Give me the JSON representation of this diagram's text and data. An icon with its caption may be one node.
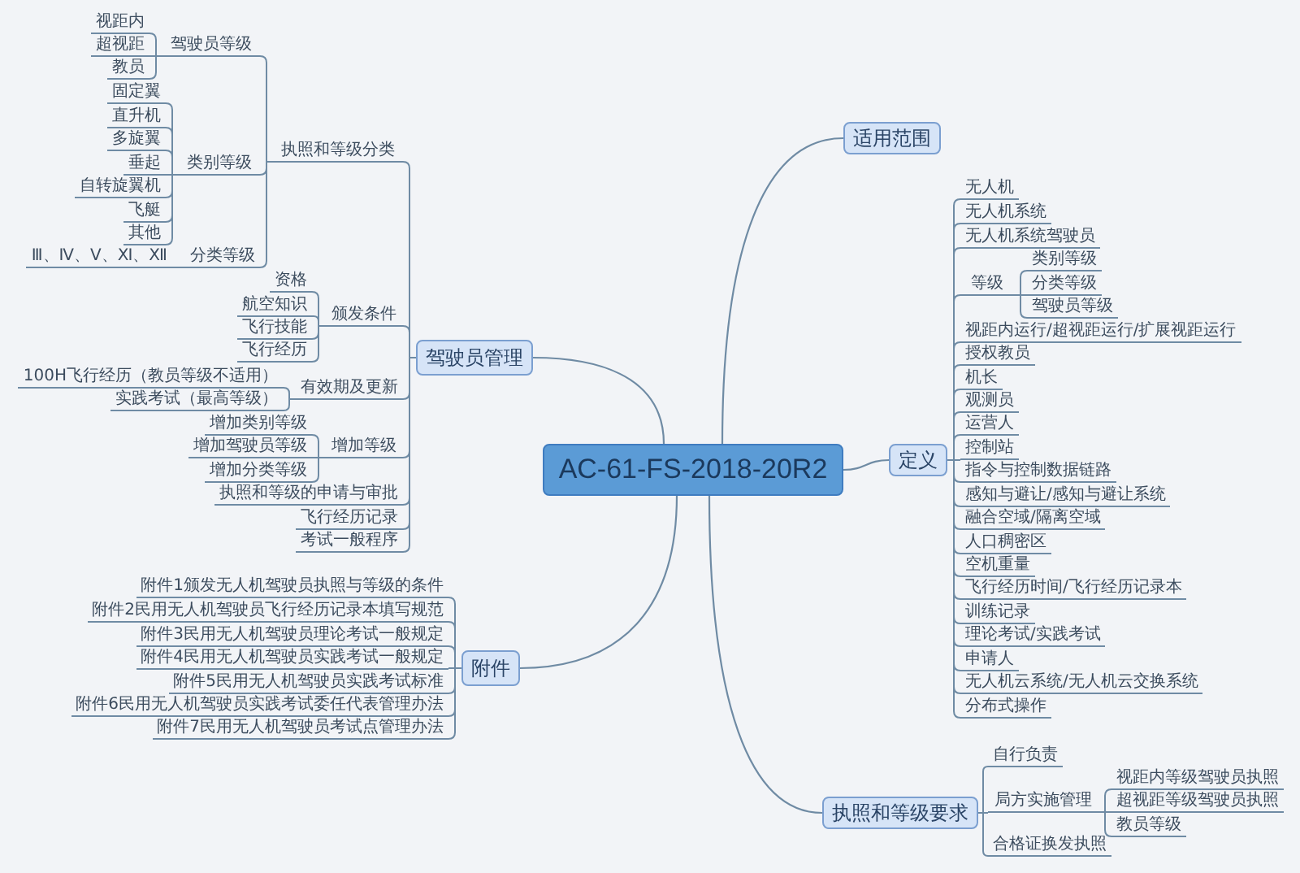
{
  "diagram": {
    "nodes": [
      {
        "text": [
          "AC-61-FS-2018-20R2"
        ]
      },
      {
        "text": [
          "驾驶员管理"
        ]
      },
      {
        "text": [
          "执照和等级分类"
        ]
      },
      {
        "text": [
          "驾驶员等级"
        ]
      },
      {
        "text": [
          "视距内"
        ]
      },
      {
        "text": [
          "超视距"
        ]
      },
      {
        "text": [
          "教员"
        ]
      },
      {
        "text": [
          "类别等级"
        ]
      },
      {
        "text": [
          "固定翼"
        ]
      },
      {
        "text": [
          "直升机"
        ]
      },
      {
        "text": [
          "多旋翼"
        ]
      },
      {
        "text": [
          "垂起"
        ]
      },
      {
        "text": [
          "自转旋翼机"
        ]
      },
      {
        "text": [
          "飞艇"
        ]
      },
      {
        "text": [
          "其他"
        ]
      },
      {
        "text": [
          "分类等级"
        ]
      },
      {
        "text": [
          "Ⅲ、Ⅳ、Ⅴ、Ⅺ、Ⅻ"
        ]
      },
      {
        "text": [
          "颁发条件"
        ]
      },
      {
        "text": [
          "资格"
        ]
      },
      {
        "text": [
          "航空知识"
        ]
      },
      {
        "text": [
          "飞行技能"
        ]
      },
      {
        "text": [
          "飞行经历"
        ]
      },
      {
        "text": [
          "有效期及更新"
        ]
      },
      {
        "text": [
          "100H飞行经历（教员等级不适用）"
        ]
      },
      {
        "text": [
          "实践考试（最高等级）"
        ]
      },
      {
        "text": [
          "增加等级"
        ]
      },
      {
        "text": [
          "增加类别等级"
        ]
      },
      {
        "text": [
          "增加驾驶员等级"
        ]
      },
      {
        "text": [
          "增加分类等级"
        ]
      },
      {
        "text": [
          "执照和等级的申请与审批"
        ]
      },
      {
        "text": [
          "飞行经历记录"
        ]
      },
      {
        "text": [
          "考试一般程序"
        ]
      },
      {
        "text": [
          "附件"
        ]
      },
      {
        "text": [
          "附件1颁发无人机驾驶员执照与等级的条件"
        ]
      },
      {
        "text": [
          "附件2民用无人机驾驶员飞行经历记录本填写规范"
        ]
      },
      {
        "text": [
          "附件3民用无人机驾驶员理论考试一般规定"
        ]
      },
      {
        "text": [
          "附件4民用无人机驾驶员实践考试一般规定"
        ]
      },
      {
        "text": [
          "附件5民用无人机驾驶员实践考试标准"
        ]
      },
      {
        "text": [
          "附件6民用无人机驾驶员实践考试委任代表管理办法"
        ]
      },
      {
        "text": [
          "附件7民用无人机驾驶员考试点管理办法"
        ]
      },
      {
        "text": [
          "适用范围"
        ]
      },
      {
        "text": [
          "定义"
        ]
      },
      {
        "text": [
          "无人机"
        ]
      },
      {
        "text": [
          "无人机系统"
        ]
      },
      {
        "text": [
          "无人机系统驾驶员"
        ]
      },
      {
        "text": [
          "等级"
        ]
      },
      {
        "text": [
          "类别等级"
        ]
      },
      {
        "text": [
          "分类等级"
        ]
      },
      {
        "text": [
          "驾驶员等级"
        ]
      },
      {
        "text": [
          "视距内运行/超视距运行/扩展视距运行"
        ]
      },
      {
        "text": [
          "授权教员"
        ]
      },
      {
        "text": [
          "机长"
        ]
      },
      {
        "text": [
          "观测员"
        ]
      },
      {
        "text": [
          "运营人"
        ]
      },
      {
        "text": [
          "控制站"
        ]
      },
      {
        "text": [
          "指令与控制数据链路"
        ]
      },
      {
        "text": [
          "感知与避让/感知与避让系统"
        ]
      },
      {
        "text": [
          "融合空域/隔离空域"
        ]
      },
      {
        "text": [
          "人口稠密区"
        ]
      },
      {
        "text": [
          "空机重量"
        ]
      },
      {
        "text": [
          "飞行经历时间/飞行经历记录本"
        ]
      },
      {
        "text": [
          "训练记录"
        ]
      },
      {
        "text": [
          "理论考试/实践考试"
        ]
      },
      {
        "text": [
          "申请人"
        ]
      },
      {
        "text": [
          "无人机云系统/无人机云交换系统"
        ]
      },
      {
        "text": [
          "分布式操作"
        ]
      },
      {
        "text": [
          "执照和等级要求"
        ]
      },
      {
        "text": [
          "自行负责"
        ]
      },
      {
        "text": [
          "局方实施管理"
        ]
      },
      {
        "text": [
          "视距内等级驾驶员执照"
        ]
      },
      {
        "text": [
          "超视距等级驾驶员执照"
        ]
      },
      {
        "text": [
          "教员等级"
        ]
      },
      {
        "text": [
          "合格证换发执照"
        ]
      }
    ],
    "edges": [
      {
        "from": 0,
        "to": 1,
        "arrow": "none"
      },
      {
        "from": 1,
        "to": 2,
        "arrow": "none"
      },
      {
        "from": 2,
        "to": 3,
        "arrow": "none"
      },
      {
        "from": 3,
        "to": 4,
        "arrow": "none"
      },
      {
        "from": 3,
        "to": 5,
        "arrow": "none"
      },
      {
        "from": 3,
        "to": 6,
        "arrow": "none"
      },
      {
        "from": 2,
        "to": 7,
        "arrow": "none"
      },
      {
        "from": 7,
        "to": 8,
        "arrow": "none"
      },
      {
        "from": 7,
        "to": 9,
        "arrow": "none"
      },
      {
        "from": 7,
        "to": 10,
        "arrow": "none"
      },
      {
        "from": 7,
        "to": 11,
        "arrow": "none"
      },
      {
        "from": 7,
        "to": 12,
        "arrow": "none"
      },
      {
        "from": 7,
        "to": 13,
        "arrow": "none"
      },
      {
        "from": 7,
        "to": 14,
        "arrow": "none"
      },
      {
        "from": 2,
        "to": 15,
        "arrow": "none"
      },
      {
        "from": 15,
        "to": 16,
        "arrow": "none"
      },
      {
        "from": 1,
        "to": 17,
        "arrow": "none"
      },
      {
        "from": 17,
        "to": 18,
        "arrow": "none"
      },
      {
        "from": 17,
        "to": 19,
        "arrow": "none"
      },
      {
        "from": 17,
        "to": 20,
        "arrow": "none"
      },
      {
        "from": 17,
        "to": 21,
        "arrow": "none"
      },
      {
        "from": 1,
        "to": 22,
        "arrow": "none"
      },
      {
        "from": 22,
        "to": 23,
        "arrow": "none"
      },
      {
        "from": 22,
        "to": 24,
        "arrow": "none"
      },
      {
        "from": 1,
        "to": 25,
        "arrow": "none"
      },
      {
        "from": 25,
        "to": 26,
        "arrow": "none"
      },
      {
        "from": 25,
        "to": 27,
        "arrow": "none"
      },
      {
        "from": 25,
        "to": 28,
        "arrow": "none"
      },
      {
        "from": 1,
        "to": 29,
        "arrow": "none"
      },
      {
        "from": 1,
        "to": 30,
        "arrow": "none"
      },
      {
        "from": 1,
        "to": 31,
        "arrow": "none"
      },
      {
        "from": 0,
        "to": 32,
        "arrow": "none"
      },
      {
        "from": 32,
        "to": 33,
        "arrow": "none"
      },
      {
        "from": 32,
        "to": 34,
        "arrow": "none"
      },
      {
        "from": 32,
        "to": 35,
        "arrow": "none"
      },
      {
        "from": 32,
        "to": 36,
        "arrow": "none"
      },
      {
        "from": 32,
        "to": 37,
        "arrow": "none"
      },
      {
        "from": 32,
        "to": 38,
        "arrow": "none"
      },
      {
        "from": 32,
        "to": 39,
        "arrow": "none"
      },
      {
        "from": 0,
        "to": 40,
        "arrow": "none"
      },
      {
        "from": 0,
        "to": 41,
        "arrow": "none"
      },
      {
        "from": 41,
        "to": 42,
        "arrow": "none"
      },
      {
        "from": 41,
        "to": 43,
        "arrow": "none"
      },
      {
        "from": 41,
        "to": 44,
        "arrow": "none"
      },
      {
        "from": 41,
        "to": 45,
        "arrow": "none"
      },
      {
        "from": 45,
        "to": 46,
        "arrow": "none"
      },
      {
        "from": 45,
        "to": 47,
        "arrow": "none"
      },
      {
        "from": 45,
        "to": 48,
        "arrow": "none"
      },
      {
        "from": 41,
        "to": 49,
        "arrow": "none"
      },
      {
        "from": 41,
        "to": 50,
        "arrow": "none"
      },
      {
        "from": 41,
        "to": 51,
        "arrow": "none"
      },
      {
        "from": 41,
        "to": 52,
        "arrow": "none"
      },
      {
        "from": 41,
        "to": 53,
        "arrow": "none"
      },
      {
        "from": 41,
        "to": 54,
        "arrow": "none"
      },
      {
        "from": 41,
        "to": 55,
        "arrow": "none"
      },
      {
        "from": 41,
        "to": 56,
        "arrow": "none"
      },
      {
        "from": 41,
        "to": 57,
        "arrow": "none"
      },
      {
        "from": 41,
        "to": 58,
        "arrow": "none"
      },
      {
        "from": 41,
        "to": 59,
        "arrow": "none"
      },
      {
        "from": 41,
        "to": 60,
        "arrow": "none"
      },
      {
        "from": 41,
        "to": 61,
        "arrow": "none"
      },
      {
        "from": 41,
        "to": 62,
        "arrow": "none"
      },
      {
        "from": 41,
        "to": 63,
        "arrow": "none"
      },
      {
        "from": 41,
        "to": 64,
        "arrow": "none"
      },
      {
        "from": 41,
        "to": 65,
        "arrow": "none"
      },
      {
        "from": 0,
        "to": 66,
        "arrow": "none"
      },
      {
        "from": 66,
        "to": 67,
        "arrow": "none"
      },
      {
        "from": 66,
        "to": 68,
        "arrow": "none"
      },
      {
        "from": 68,
        "to": 69,
        "arrow": "none"
      },
      {
        "from": 68,
        "to": 70,
        "arrow": "none"
      },
      {
        "from": 68,
        "to": 71,
        "arrow": "none"
      },
      {
        "from": 66,
        "to": 72,
        "arrow": "none"
      }
    ]
  }
}
